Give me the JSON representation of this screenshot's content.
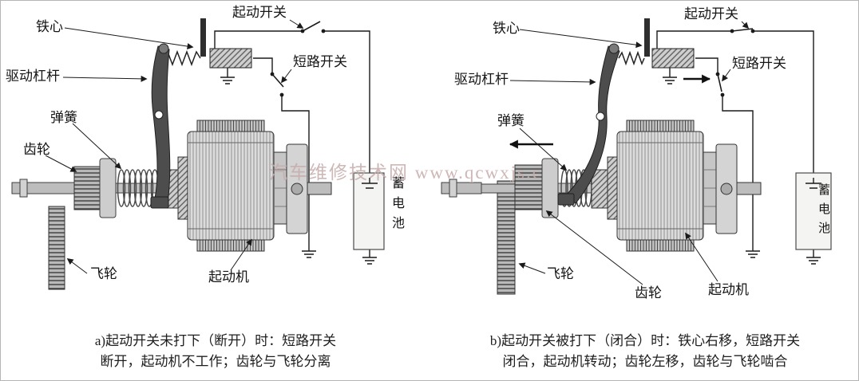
{
  "watermark": "汽车维修技术网 www.qcwxjs.c",
  "labels": {
    "iron_core": "铁心",
    "starter_switch": "起动开关",
    "drive_lever": "驱动杠杆",
    "short_circuit_switch": "短路开关",
    "spring": "弹簧",
    "gear": "齿轮",
    "flywheel": "飞轮",
    "starter_motor": "起动机",
    "battery": "蓄电池"
  },
  "caption_a": {
    "line1": "a)起动开关未打下（断开）时：短路开关",
    "line2": "断开，起动机不工作；齿轮与飞轮分离"
  },
  "caption_b": {
    "line1": "b)起动开关被打下（闭合）时：铁心右移，短路开关",
    "line2": "闭合，起动机转动；齿轮左移，齿轮与飞轮啮合"
  }
}
